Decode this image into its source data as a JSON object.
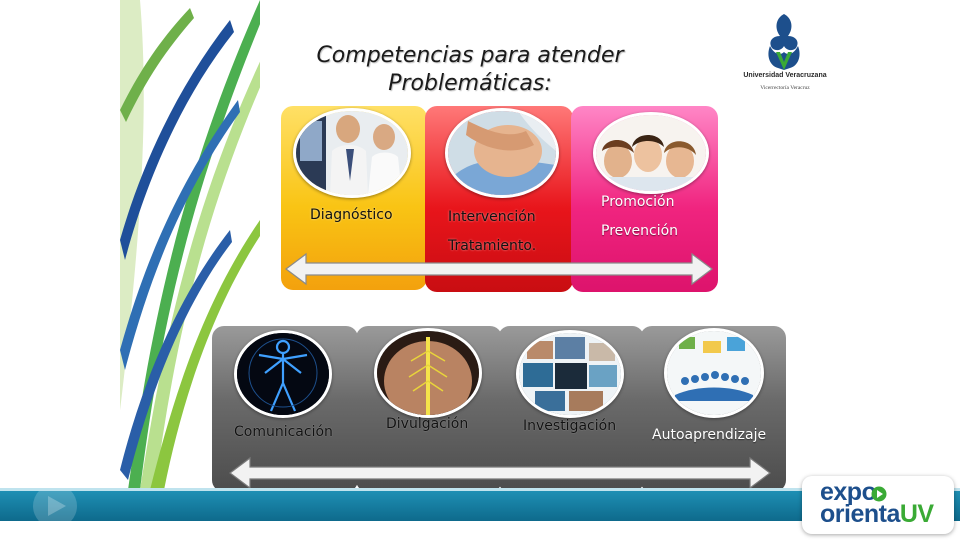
{
  "slide": {
    "title_line1": "Competencias para atender",
    "title_line2": "Problemáticas:"
  },
  "logo": {
    "institution": "Universidad Veracruzana",
    "subtitle": "Vicerrectoría Veracruz",
    "colors": {
      "blue": "#1d4f8c",
      "green": "#3aaa35"
    }
  },
  "top_cards": [
    {
      "labels": [
        "Diagnóstico"
      ],
      "color": "#f9c414",
      "icon": "doctors-xray-photo"
    },
    {
      "labels": [
        "Intervención",
        "Tratamiento."
      ],
      "color": "#e8151b",
      "icon": "massage-therapy-photo"
    },
    {
      "labels": [
        "Promoción",
        "Prevención"
      ],
      "color": "#f0247f",
      "icon": "smiling-group-photo"
    }
  ],
  "bottom_cards": [
    {
      "label": "Comunicación",
      "icon": "anatomy-body-photo"
    },
    {
      "label": "Divulgación",
      "icon": "spine-back-photo"
    },
    {
      "label": "Investigación",
      "icon": "clinical-collage-photo"
    },
    {
      "label": "Autoaprendizaje",
      "icon": "network-people-photo"
    }
  ],
  "footer": {
    "brand_line1": "expo",
    "brand_line2": "orienta",
    "brand_uv": "UV",
    "colors": {
      "band": "#1e8fb4",
      "brand_blue": "#1d4f8c",
      "brand_green": "#3aaa35"
    }
  }
}
